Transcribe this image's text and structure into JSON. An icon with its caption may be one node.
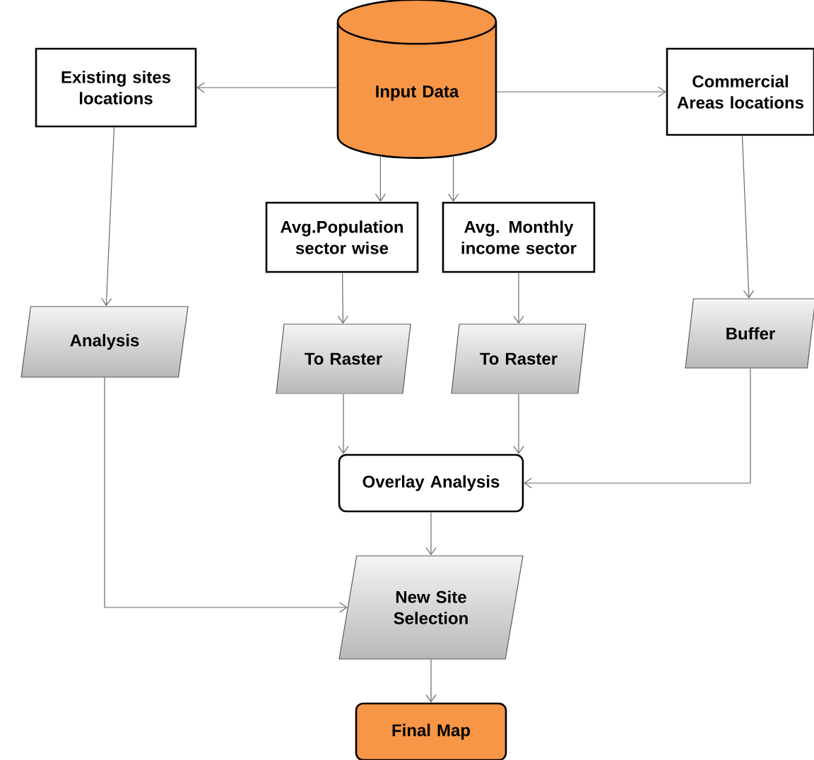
{
  "diagram": {
    "nodes": [
      {
        "text": [
          "Input Data"
        ]
      },
      {
        "text": [
          "Existing sites locations"
        ]
      },
      {
        "text": [
          "Commercial Areas locations"
        ]
      },
      {
        "text": [
          "Avg.Population sector wise"
        ]
      },
      {
        "text": [
          "Avg. Monthly income sector"
        ]
      },
      {
        "text": [
          "Analysis"
        ]
      },
      {
        "text": [
          "To Raster"
        ]
      },
      {
        "text": [
          "To Raster"
        ]
      },
      {
        "text": [
          "Buffer"
        ]
      },
      {
        "text": [
          "Overlay Analysis"
        ]
      },
      {
        "text": [
          "New Site Selection"
        ]
      },
      {
        "text": [
          "Final Map"
        ]
      }
    ],
    "edges": [
      {
        "from": 0,
        "to": 1,
        "arrow": "to"
      },
      {
        "from": 0,
        "to": 2,
        "arrow": "to"
      },
      {
        "from": 0,
        "to": 3,
        "arrow": "to"
      },
      {
        "from": 0,
        "to": 4,
        "arrow": "to"
      },
      {
        "from": 1,
        "to": 5,
        "arrow": "to"
      },
      {
        "from": 2,
        "to": 8,
        "arrow": "to"
      },
      {
        "from": 3,
        "to": 6,
        "arrow": "to"
      },
      {
        "from": 4,
        "to": 7,
        "arrow": "to"
      },
      {
        "from": 6,
        "to": 9,
        "arrow": "to"
      },
      {
        "from": 7,
        "to": 9,
        "arrow": "to"
      },
      {
        "from": 8,
        "to": 9,
        "arrow": "to"
      },
      {
        "from": 5,
        "to": 10,
        "arrow": "to"
      },
      {
        "from": 9,
        "to": 10,
        "arrow": "to"
      },
      {
        "from": 10,
        "to": 11,
        "arrow": "to"
      }
    ]
  }
}
